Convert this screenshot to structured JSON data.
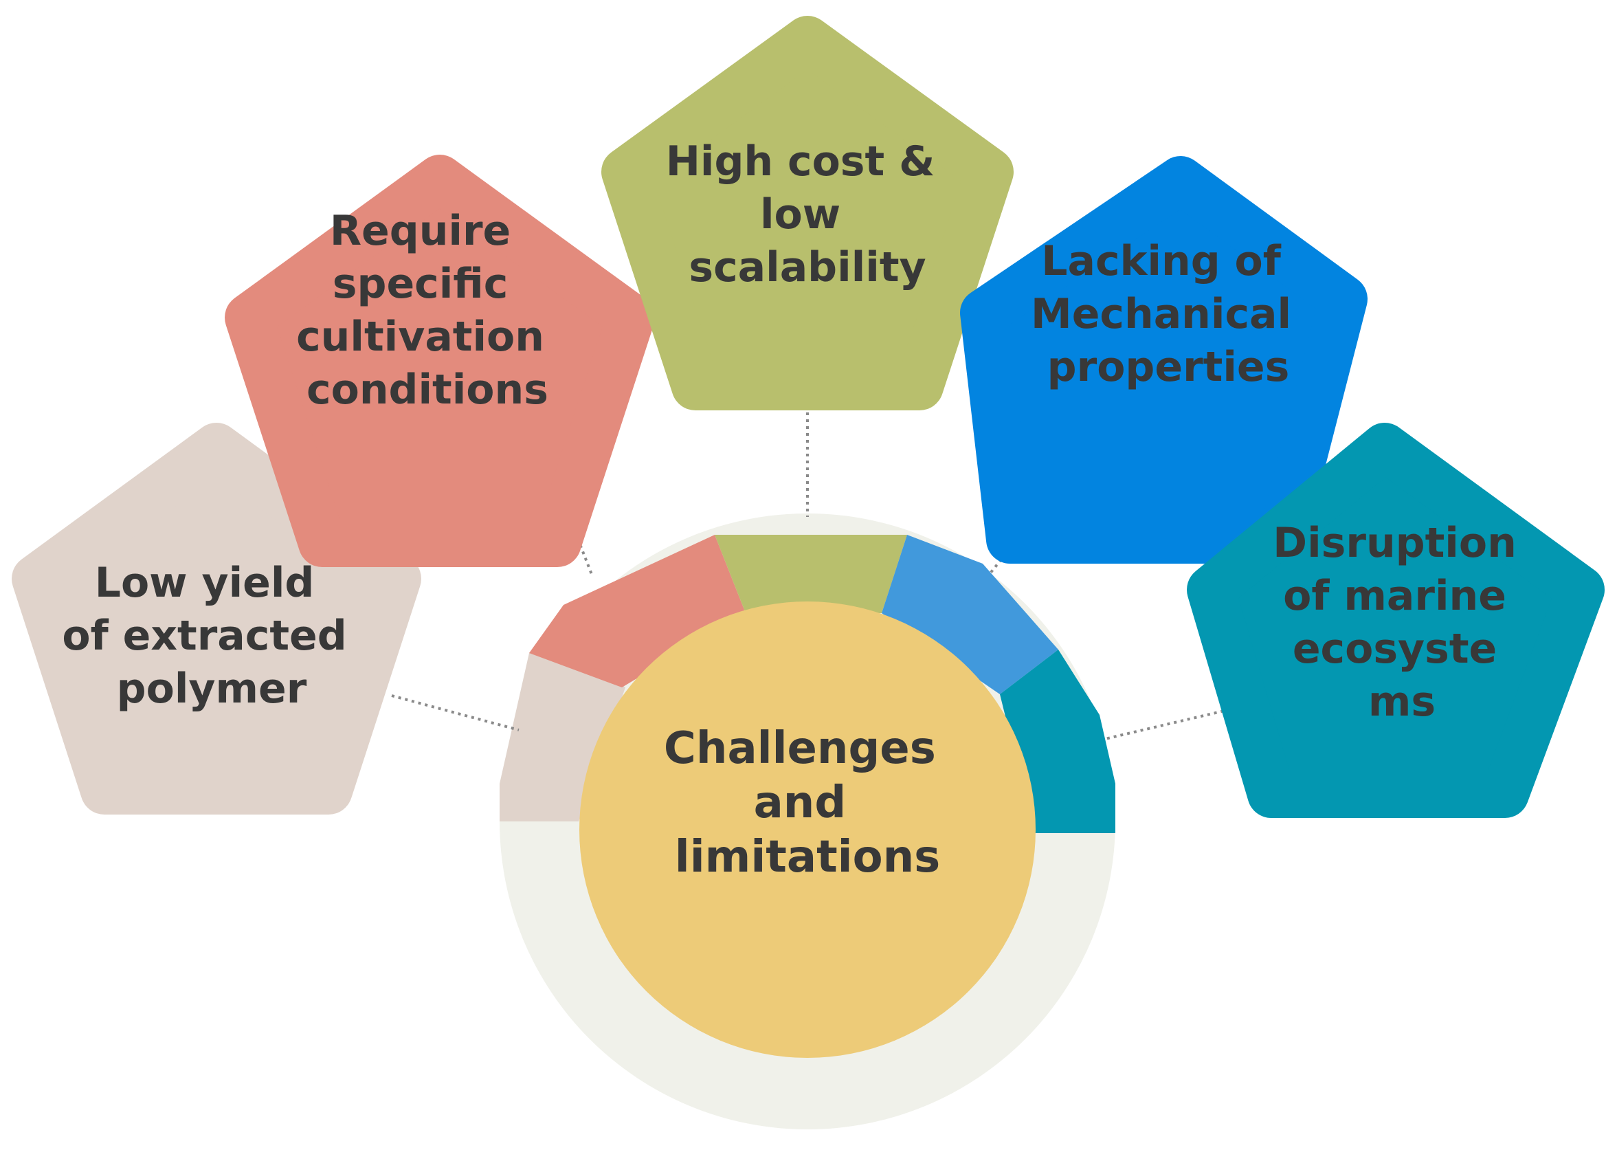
{
  "center": {
    "lines": [
      "Challenges",
      "and",
      "limitations"
    ],
    "color": "#EDCB78"
  },
  "ring": {
    "base_color": "#F0F1EA"
  },
  "nodes": [
    {
      "id": "low-yield",
      "lines": [
        "Low yield",
        "of extracted",
        "polymer"
      ],
      "color": "#E0D3CB",
      "icon": "pentagon"
    },
    {
      "id": "cultivation",
      "lines": [
        "Require",
        "specific",
        "cultivation",
        "conditions"
      ],
      "color": "#E38B7D",
      "icon": "pentagon"
    },
    {
      "id": "cost",
      "lines": [
        "High cost &",
        "low",
        "scalability"
      ],
      "color": "#B8BF6D",
      "icon": "pentagon"
    },
    {
      "id": "mechanical",
      "lines": [
        "Lacking of",
        "Mechanical",
        "properties"
      ],
      "color": "#0284E0",
      "icon": "pentagon"
    },
    {
      "id": "marine",
      "lines": [
        "Disruption",
        "of marine",
        "ecosyste",
        "ms"
      ],
      "color": "#0397B1",
      "icon": "pentagon"
    }
  ],
  "ring_segment_colors": [
    "#E0D3CB",
    "#E38B7D",
    "#B8BF6D",
    "#4199DC",
    "#0397B1"
  ]
}
